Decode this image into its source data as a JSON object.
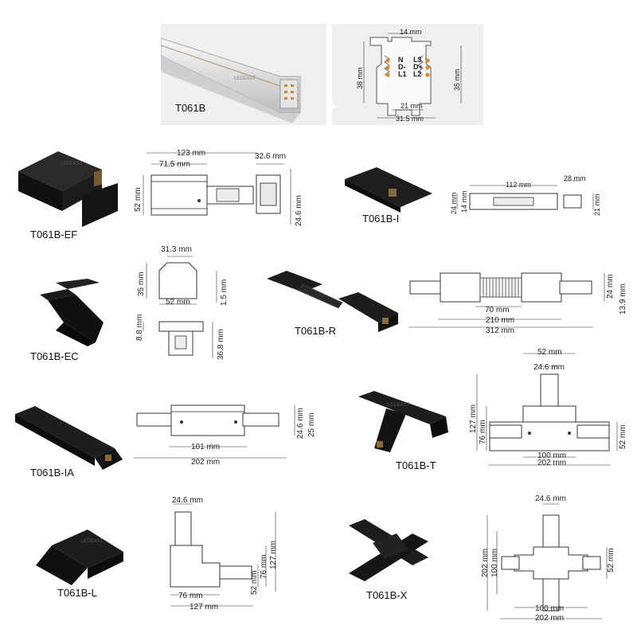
{
  "profile": {
    "label": "T061B",
    "logo": "LEDEAST",
    "terminals_left": [
      "N",
      "D-",
      "L1"
    ],
    "terminals_right": [
      "L3",
      "D+",
      "L2"
    ],
    "dims": {
      "top": "14 mm",
      "left_h": "38 mm",
      "right_h": "35 mm",
      "bottom_inner": "21 mm",
      "bottom_outer": "31.5 mm"
    }
  },
  "ef": {
    "label": "T061B-EF",
    "dims": {
      "total": "123 mm",
      "body": "71.5 mm",
      "side": "32.6 mm",
      "height": "52 mm",
      "side_h": "24.6 mm"
    }
  },
  "i": {
    "label": "T061B-I",
    "dims": {
      "length": "112 mm",
      "side": "28 mm",
      "h1": "24 mm",
      "h2": "14 mm",
      "side_h": "21 mm"
    }
  },
  "ec": {
    "label": "T061B-EC",
    "dims": {
      "top_w": "31.3 mm",
      "top_h": "35 mm",
      "bottom_w": "52 mm",
      "lip": "1.5 mm",
      "bot_h": "8.8 mm",
      "bot_total": "36.8 mm"
    }
  },
  "r": {
    "label": "T061B-R",
    "dims": {
      "bellow": "70 mm",
      "mid": "210 mm",
      "total": "312 mm",
      "h1": "24 mm",
      "h2": "13.9 mm"
    }
  },
  "ia": {
    "label": "T061B-IA",
    "dims": {
      "body": "101 mm",
      "total": "202 mm",
      "h1": "24.6 mm",
      "h2": "25 mm"
    }
  },
  "t": {
    "label": "T061B-T",
    "dims": {
      "top_w": "52 mm",
      "top_inner": "24.6 mm",
      "h_total": "127 mm",
      "h_arm": "76 mm",
      "body": "100 mm",
      "total": "202 mm",
      "right_h": "52 mm"
    }
  },
  "l": {
    "label": "T061B-L",
    "dims": {
      "top": "24.6 mm",
      "inner_h": "52 mm",
      "arm_h": "76 mm",
      "total_h": "127 mm",
      "arm_w": "76 mm",
      "total_w": "127 mm"
    }
  },
  "x": {
    "label": "T061B-X",
    "dims": {
      "top": "24.6 mm",
      "total_h": "202 mm",
      "body_h": "100 mm",
      "right_h": "52 mm",
      "body_w": "100 mm",
      "total_w": "202 mm"
    }
  }
}
